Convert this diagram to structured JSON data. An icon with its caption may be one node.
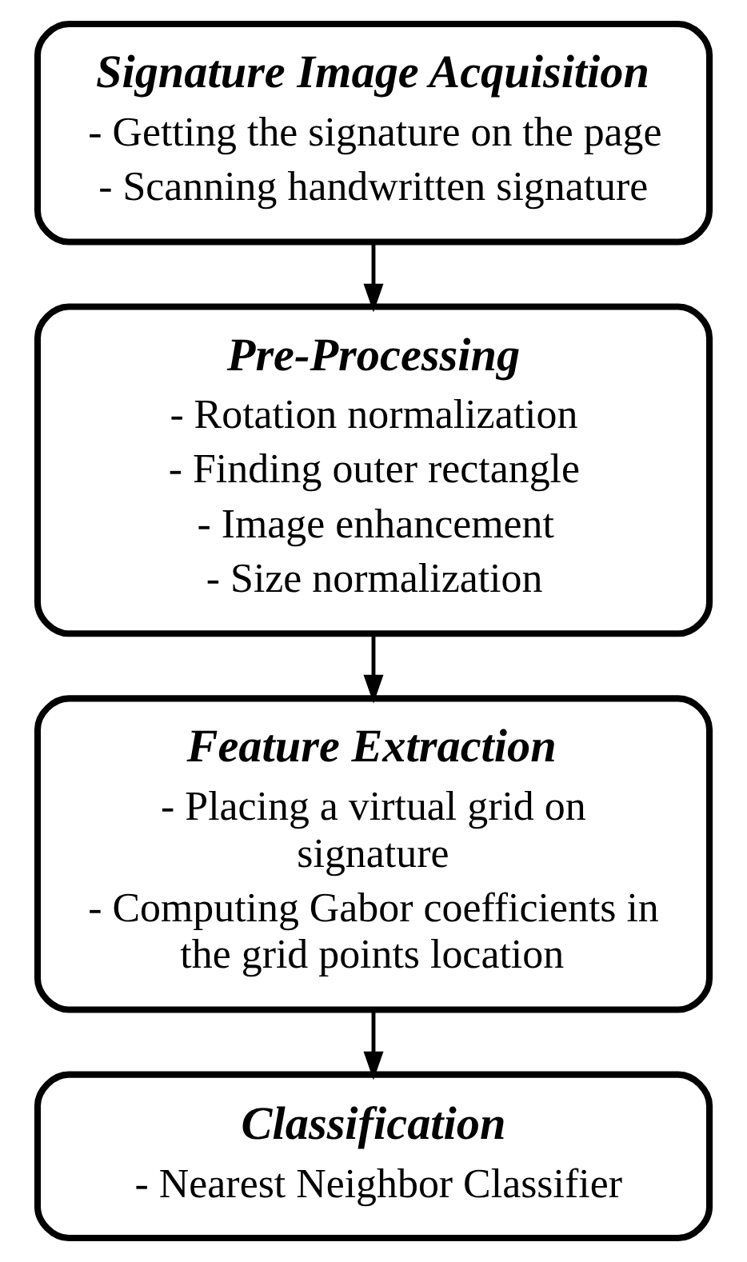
{
  "diagram": {
    "nodes": [
      {
        "text": [
          "Signature Image Acquisition",
          "- Getting the signature on the page",
          "- Scanning handwritten signature"
        ]
      },
      {
        "text": [
          "Pre-Processing",
          "- Rotation normalization",
          "- Finding outer rectangle",
          "- Image enhancement",
          "- Size normalization"
        ]
      },
      {
        "text": [
          "Feature Extraction",
          "- Placing a virtual grid on signature",
          "- Computing Gabor coefficients in the grid points location"
        ]
      },
      {
        "text": [
          "Classification",
          "- Nearest Neighbor Classifier"
        ]
      }
    ],
    "edges": [
      {
        "from": 0,
        "to": 1,
        "arrow": "to"
      },
      {
        "from": 1,
        "to": 2,
        "arrow": "to"
      },
      {
        "from": 2,
        "to": 3,
        "arrow": "to"
      }
    ]
  }
}
